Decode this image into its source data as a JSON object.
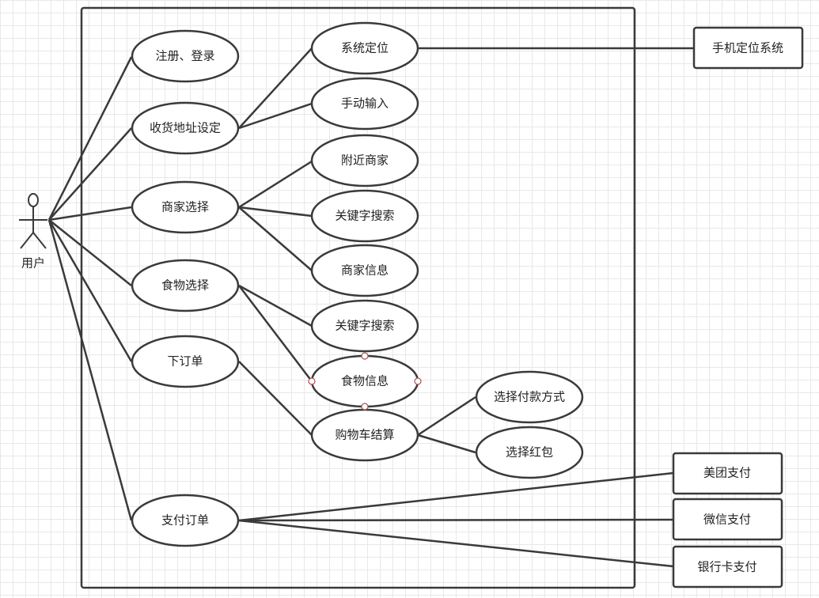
{
  "actor": {
    "label": "用户"
  },
  "colors": {
    "stroke": "#3a3a3a",
    "text": "#222222",
    "handle": "#b05050"
  },
  "use_cases": {
    "register_login": "注册、登录",
    "address_setting": "收货地址设定",
    "merchant_select": "商家选择",
    "food_select": "食物选择",
    "place_order": "下订单",
    "pay_order": "支付订单",
    "system_locate": "系统定位",
    "manual_input": "手动输入",
    "nearby_merchants": "附近商家",
    "keyword_search_merchant": "关键字搜索",
    "merchant_info": "商家信息",
    "keyword_search_food": "关键字搜索",
    "food_info": "食物信息",
    "cart_checkout": "购物车结算",
    "choose_payment": "选择付款方式",
    "choose_redpacket": "选择红包"
  },
  "externals": {
    "phone_location": "手机定位系统",
    "meituan_pay": "美团支付",
    "wechat_pay": "微信支付",
    "bank_card_pay": "银行卡支付"
  }
}
